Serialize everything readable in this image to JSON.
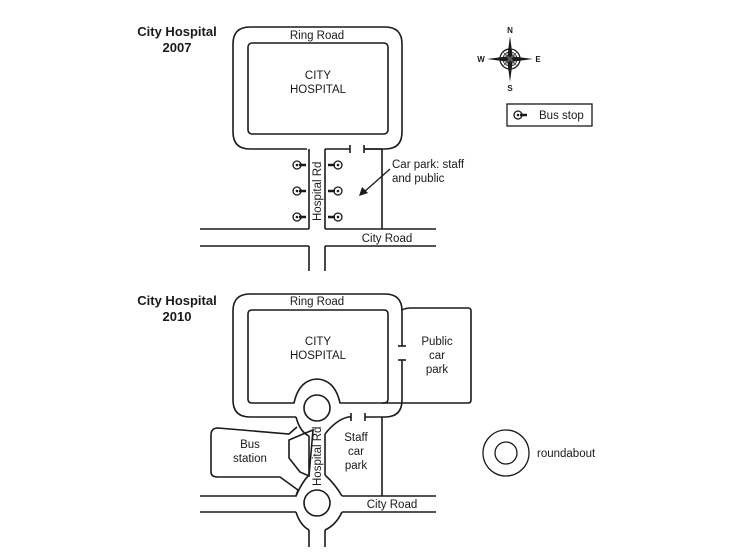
{
  "maps": [
    {
      "title_line1": "City Hospital",
      "title_line2": "2007",
      "ring_road": "Ring Road",
      "hospital_line1": "CITY",
      "hospital_line2": "HOSPITAL",
      "hospital_rd": "Hospital Rd",
      "city_road": "City Road",
      "car_park_line1": "Car park: staff",
      "car_park_line2": "and public",
      "bus_stops": 6
    },
    {
      "title_line1": "City Hospital",
      "title_line2": "2010",
      "ring_road": "Ring Road",
      "hospital_line1": "CITY",
      "hospital_line2": "HOSPITAL",
      "hospital_rd": "Hospital Rd",
      "city_road": "City Road",
      "public_car_park": [
        "Public",
        "car",
        "park"
      ],
      "staff_car_park": [
        "Staff",
        "car",
        "park"
      ],
      "bus_station": [
        "Bus",
        "station"
      ],
      "roundabouts": 2
    }
  ],
  "compass": {
    "n": "N",
    "s": "S",
    "e": "E",
    "w": "W"
  },
  "legend": {
    "bus_stop": "Bus stop",
    "roundabout": "roundabout"
  }
}
